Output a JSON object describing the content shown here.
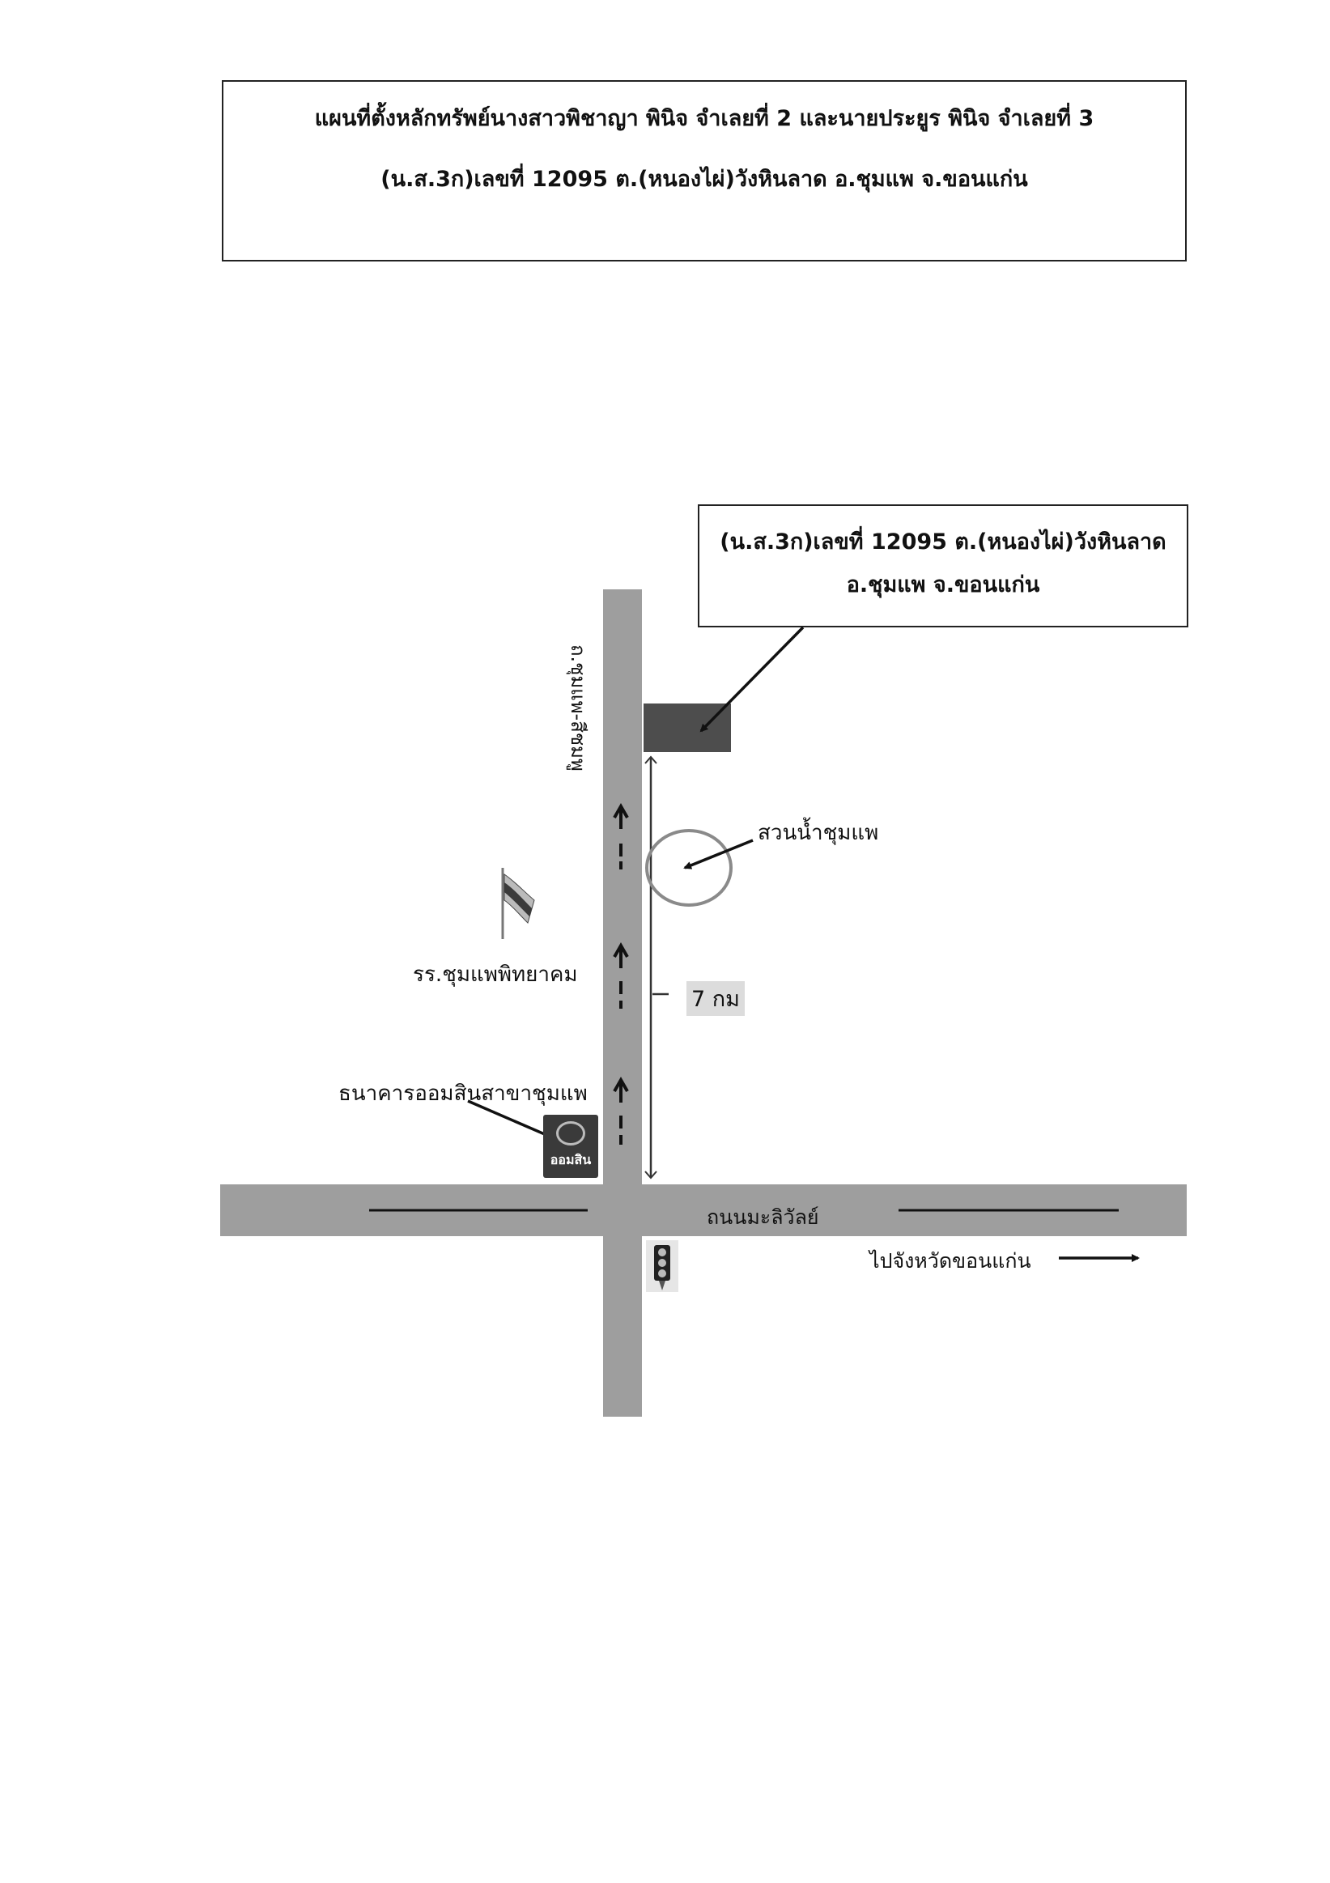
{
  "header": {
    "line1": "แผนที่ตั้งหลักทรัพย์นางสาวพิชาญา  พินิจ  จำเลยที่ 2 และนายประยูร  พินิจ  จำเลยที่ 3",
    "line2": "(น.ส.3ก)เลขที่ 12095  ต.(หนองไผ่)วังหินลาด  อ.ชุมแพ  จ.ขอนแก่น"
  },
  "callout": {
    "line1": "(น.ส.3ก)เลขที่ 12095  ต.(หนองไผ่)วังหินลาด",
    "line2": "อ.ชุมแพ  จ.ขอนแก่น"
  },
  "map": {
    "vertical_road_label": "ถ.ชุมแพ-สีชมพู",
    "horizontal_road_label": "ถนนมะลิวัลย์",
    "park_label": "สวนน้ำชุมแพ",
    "school_label": "รร.ชุมแพพิทยาคม",
    "bank_label": "ธนาคารออมสินสาขาชุมแพ",
    "bank_logo_text": "ออมสิน",
    "distance_label": "7  กม",
    "direction_label": "ไปจังหวัดขอนแก่น"
  },
  "colors": {
    "road": "#9e9e9e",
    "property_marker": "#4d4d4d",
    "park_circle": "#8a8a8a",
    "bank_logo_bg": "#3a3a3a"
  },
  "icons": {
    "flag": "flag-icon",
    "bank_logo": "bank-logo-icon",
    "traffic_light": "traffic-light-icon"
  }
}
